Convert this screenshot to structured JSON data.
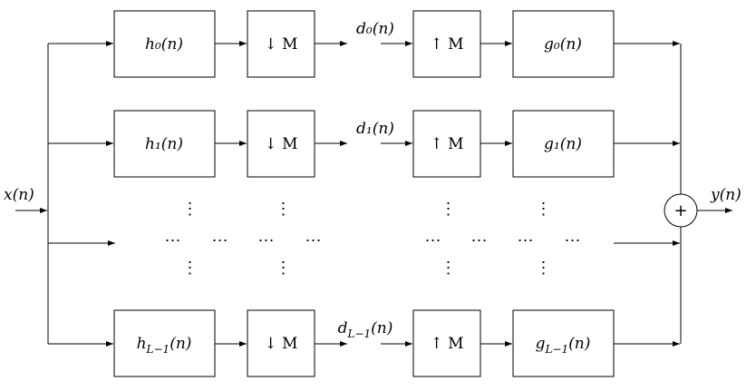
{
  "input_label": "x(n)",
  "output_label": "y(n)",
  "sum_symbol": "+",
  "vdots": "⋮",
  "hdots": "⋯",
  "channels": [
    {
      "analysis": "h₀(n)",
      "down": "↓ M",
      "signal": "d₀(n)",
      "up": "↑ M",
      "synthesis": "g₀(n)"
    },
    {
      "analysis": "h₁(n)",
      "down": "↓ M",
      "signal": "d₁(n)",
      "up": "↑ M",
      "synthesis": "g₁(n)"
    },
    {
      "analysis": "h_{L−1}(n)",
      "down": "↓ M",
      "signal": "d_{L−1}(n)",
      "up": "↑ M",
      "synthesis": "g_{L−1}(n)"
    }
  ]
}
